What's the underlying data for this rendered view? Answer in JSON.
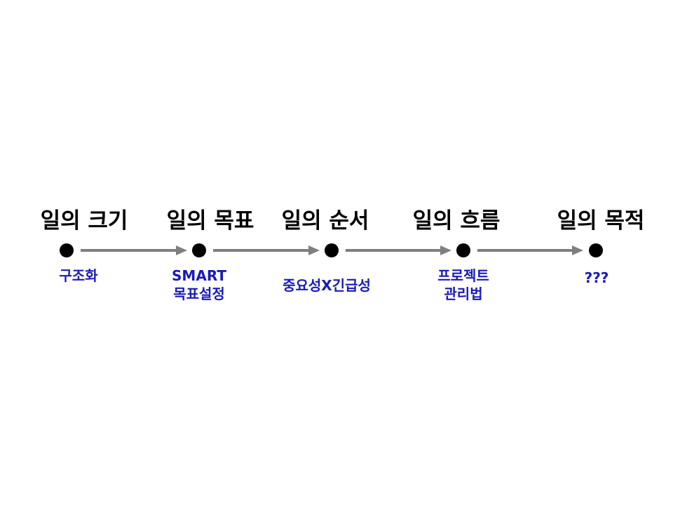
{
  "stages": [
    {
      "title": "일의 크기",
      "method": [
        "구조화"
      ]
    },
    {
      "title": "일의 목표",
      "method": [
        "SMART",
        "목표설정"
      ]
    },
    {
      "title": "일의 순서",
      "method": [
        "중요성X긴급성"
      ]
    },
    {
      "title": "일의 흐름",
      "method": [
        "프로젝트",
        "관리법"
      ]
    },
    {
      "title": "일의 목적",
      "method": [
        "???"
      ]
    }
  ],
  "colors": {
    "title": "#000000",
    "method": "#1a1ab8",
    "arrow": "#7f7f7f",
    "dot": "#000000"
  }
}
